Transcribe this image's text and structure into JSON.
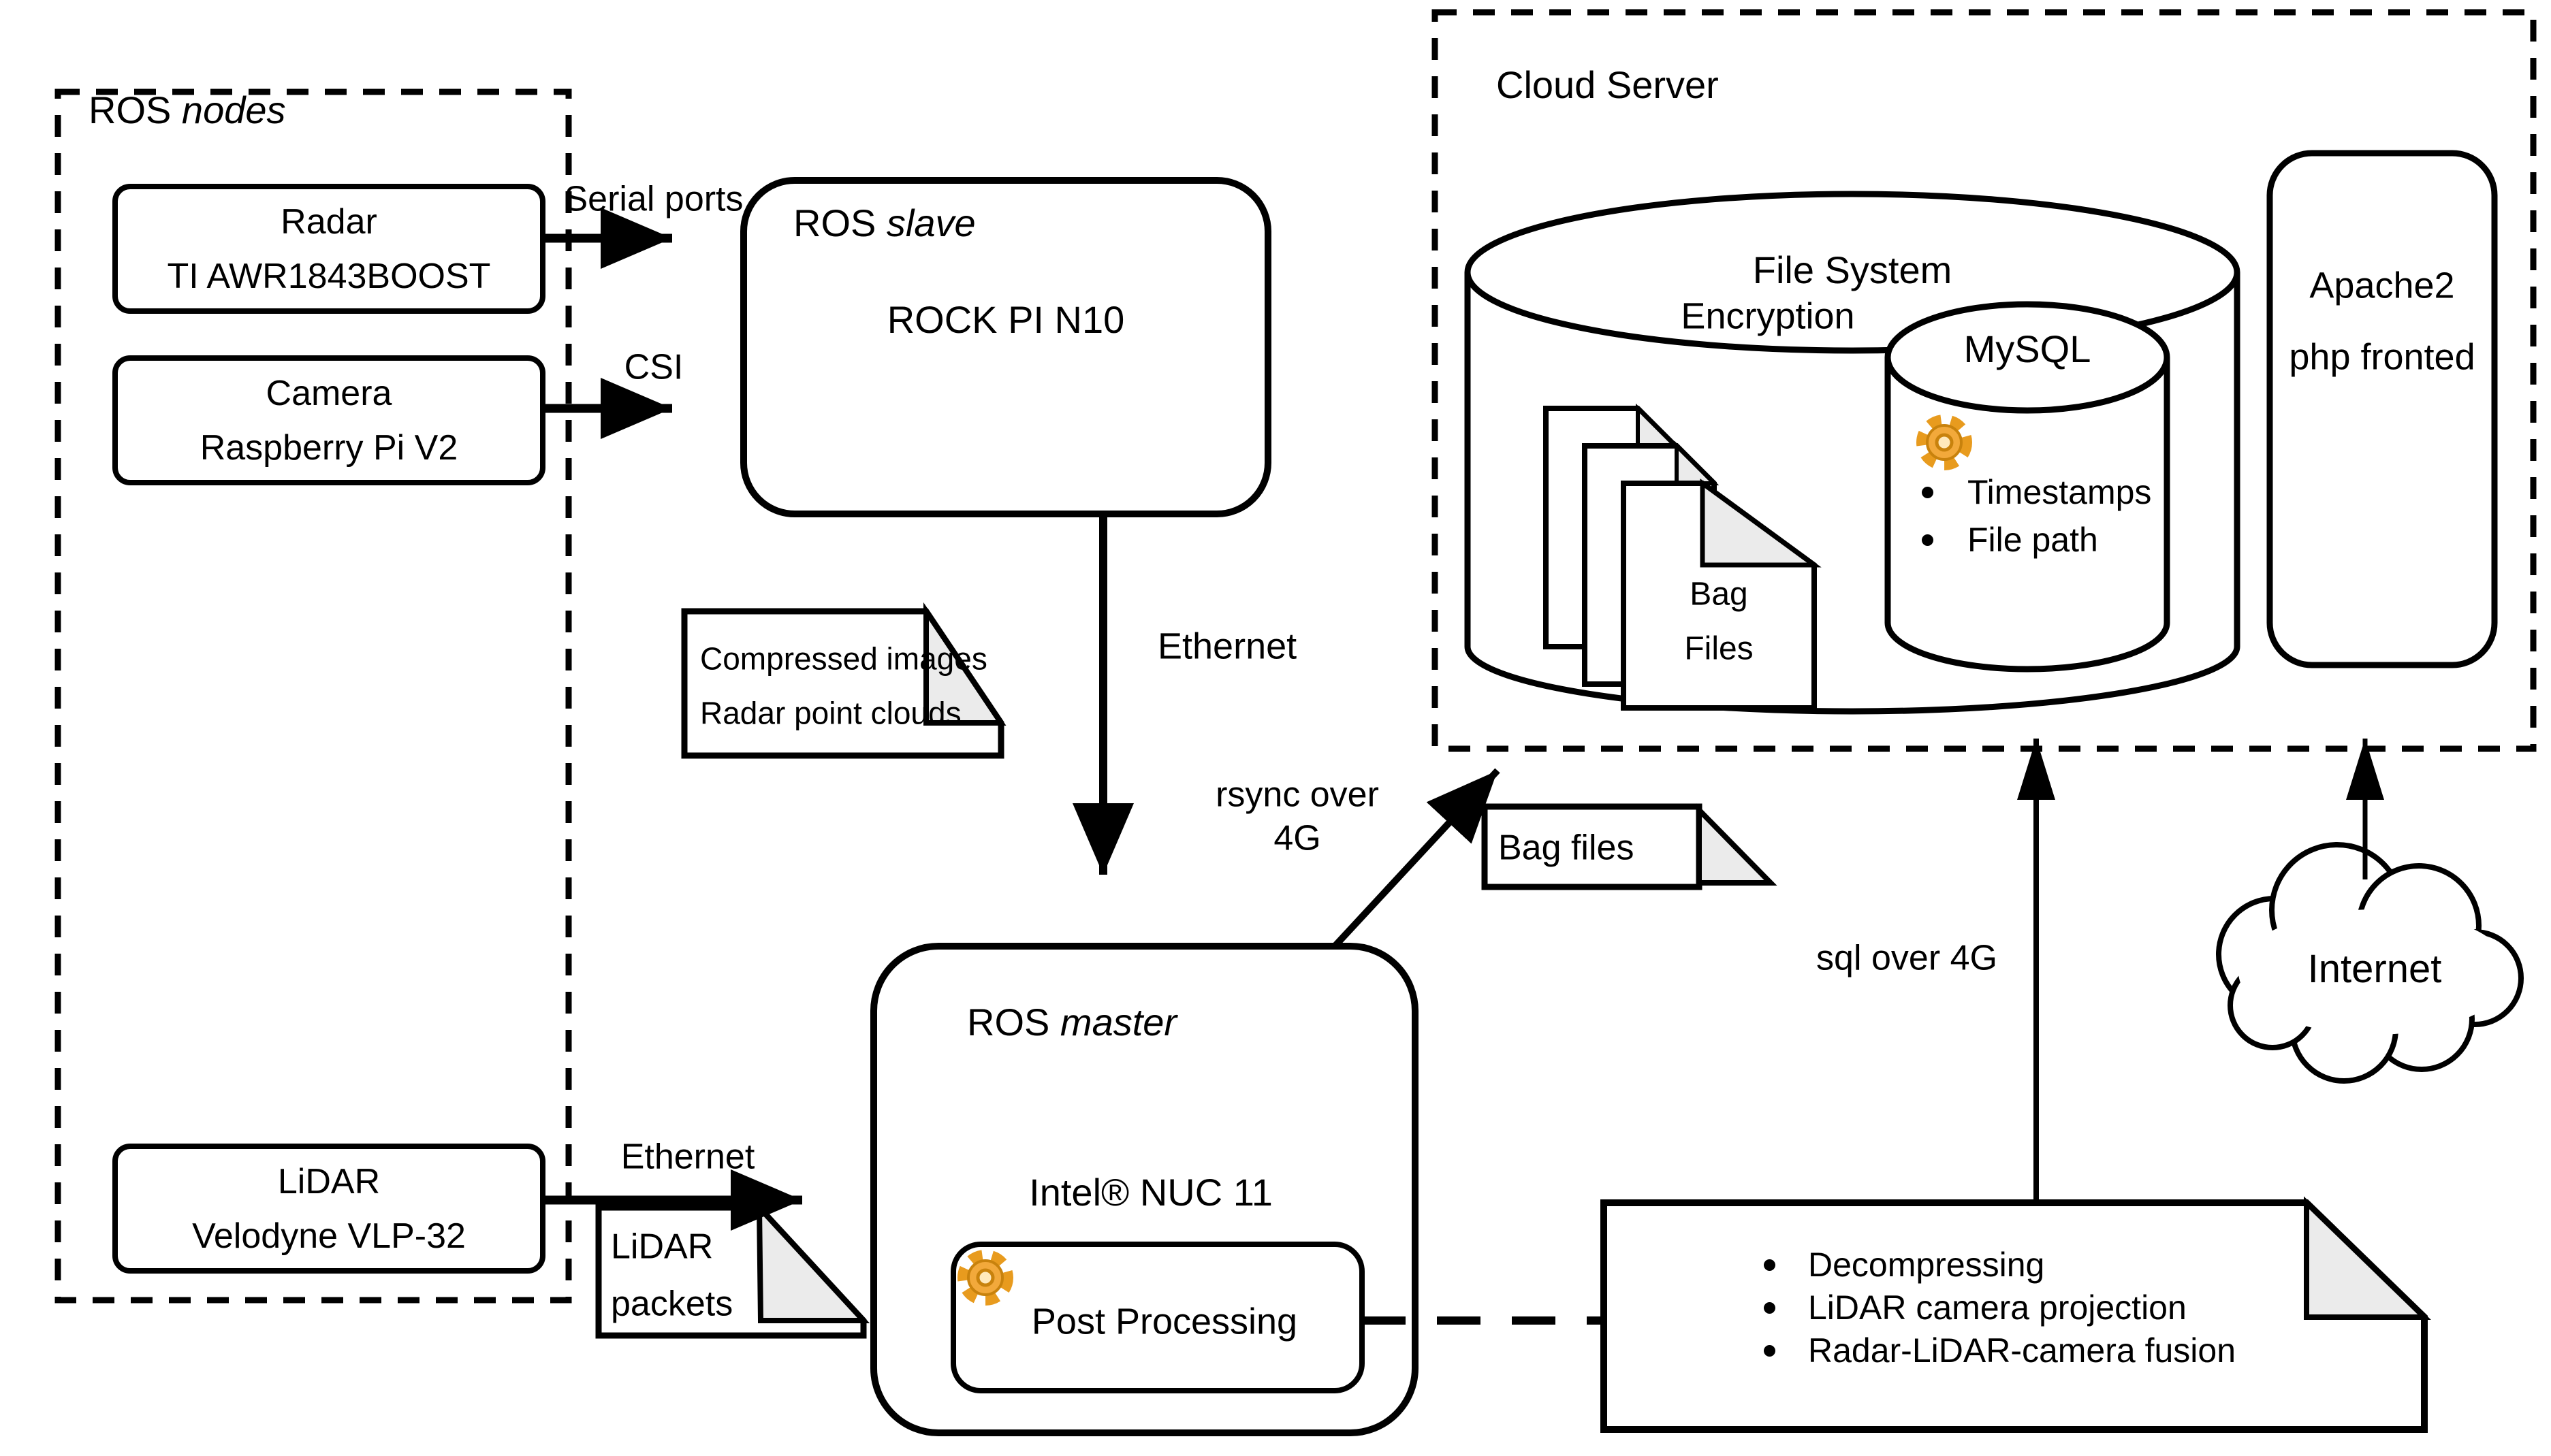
{
  "colors": {
    "ink": "#000000",
    "paper": "#ffffff",
    "fold_gray": "#ebebeb",
    "gear_orange": "#F2A93B",
    "gear_dark": "#C8820D",
    "gear_teeth": "#E89B1E",
    "gear_light": "#FFE9BC"
  },
  "ros_nodes": {
    "title_prefix": "ROS ",
    "title_em": "nodes",
    "radar": {
      "line1": "Radar",
      "line2": "TI AWR1843BOOST"
    },
    "camera": {
      "line1": "Camera",
      "line2": "Raspberry Pi V2"
    },
    "lidar": {
      "line1": "LiDAR",
      "line2": "Velodyne VLP-32"
    }
  },
  "ros_slave": {
    "title_prefix": "ROS ",
    "title_em": "slave",
    "board": "ROCK PI N10"
  },
  "ros_master": {
    "title_prefix": "ROS ",
    "title_em": "master",
    "board": "Intel® NUC 11",
    "module": "Post Processing"
  },
  "links": {
    "serial": "Serial ports",
    "csi": "CSI",
    "ethernet_slave": "Ethernet",
    "ethernet_lidar": "Ethernet",
    "rsync_line1": "rsync over",
    "rsync_line2": "4G",
    "sql": "sql over 4G"
  },
  "notes": {
    "compressed_line1": "Compressed images",
    "compressed_line2": "Radar point clouds",
    "lidar_packets_line1": "LiDAR",
    "lidar_packets_line2": "packets",
    "bag_files": "Bag files",
    "processing_items": [
      "Decompressing",
      "LiDAR camera projection",
      "Radar-LiDAR-camera fusion"
    ]
  },
  "cloud": {
    "title": "Cloud Server",
    "file_system": "File System",
    "encryption": "Encryption",
    "bag_stack_line1": "Bag",
    "bag_stack_line2": "Files",
    "mysql": "MySQL",
    "mysql_items": [
      "Timestamps",
      "File path"
    ],
    "apache_line1": "Apache2",
    "apache_line2": "php fronted"
  },
  "internet": "Internet"
}
